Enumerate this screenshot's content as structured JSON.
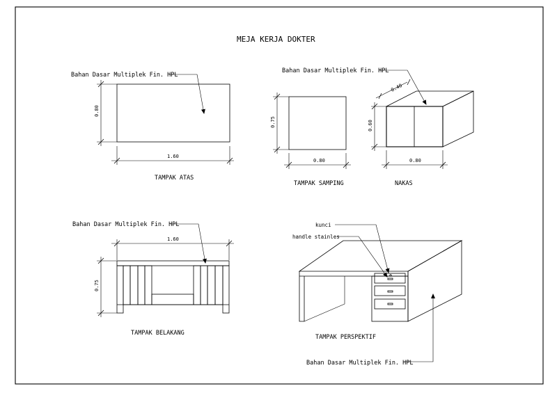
{
  "title": "MEJA KERJA DOKTER",
  "material_note": "Bahan Dasar Multiplek Fin. HPL",
  "views": {
    "top": {
      "label": "TAMPAK ATAS",
      "width": "1.60",
      "depth": "0.80"
    },
    "side": {
      "label": "TAMPAK SAMPING",
      "width": "0.80",
      "height": "0.75"
    },
    "nakas": {
      "label": "NAKAS",
      "width": "0.80",
      "height": "0.60",
      "depth": "0.40"
    },
    "back": {
      "label": "TAMPAK BELAKANG",
      "width": "1.60",
      "height": "0.75"
    },
    "perspective": {
      "label": "TAMPAK PERSPEKTIF",
      "note_lock": "kunci",
      "note_handle": "handle stainles"
    }
  }
}
